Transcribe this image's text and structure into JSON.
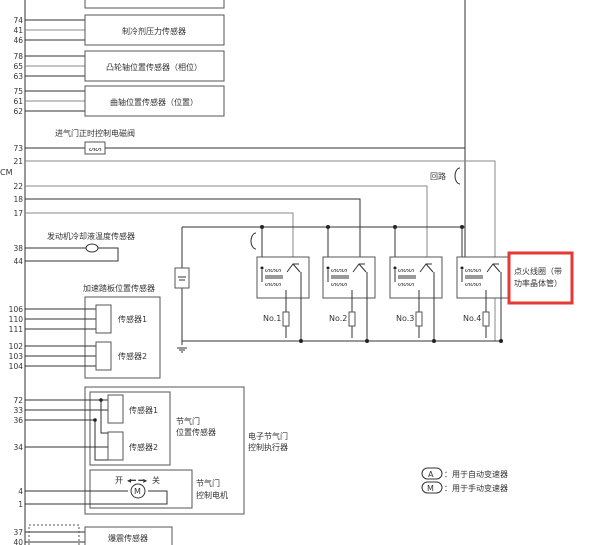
{
  "ecm_label": "CM",
  "components": {
    "refrigerant_sensor": "制冷剂压力传感器",
    "camshaft_sensor": "凸轮轴位置传感器（相位）",
    "crankshaft_sensor": "曲轴位置传感器（位置）",
    "ivt_solenoid": "进气门正时控制电磁阀",
    "coolant_sensor": "发动机冷却液温度传感器",
    "accel_pedal_sensor": "加速踏板位置传感器",
    "sensor1": "传感器1",
    "sensor2": "传感器2",
    "throttle_pos_sensor_l1": "节气门",
    "throttle_pos_sensor_l2": "位置传感器",
    "etc_actuator_l1": "电子节气门",
    "etc_actuator_l2": "控制执行器",
    "open": "开",
    "close": "关",
    "motor": "M",
    "throttle_motor_l1": "节气门",
    "throttle_motor_l2": "控制电机",
    "knock_sensor": "爆震传感器",
    "loop": "回路",
    "ignition_coil_l1": "点火线圈（带",
    "ignition_coil_l2": "功率晶体管）"
  },
  "pins": {
    "refrigerant": [
      "74",
      "41",
      "46"
    ],
    "camshaft": [
      "78",
      "65",
      "63"
    ],
    "crankshaft": [
      "75",
      "61",
      "62"
    ],
    "ivt": "73",
    "ignition": [
      "21",
      "22",
      "18",
      "17"
    ],
    "coolant": [
      "38",
      "44"
    ],
    "accel1": [
      "106",
      "110",
      "111"
    ],
    "accel2": [
      "102",
      "103",
      "104"
    ],
    "throttle": [
      "72",
      "33",
      "36",
      "34"
    ],
    "motor": [
      "4",
      "1"
    ],
    "knock": [
      "37",
      "40"
    ]
  },
  "cylinders": [
    "No.1",
    "No.2",
    "No.3",
    "No.4"
  ],
  "legend": [
    {
      "badge": "A",
      "text": "：用于自动变速器"
    },
    {
      "badge": "M",
      "text": "：用于手动变速器"
    }
  ],
  "highlight_color": "#e53935"
}
